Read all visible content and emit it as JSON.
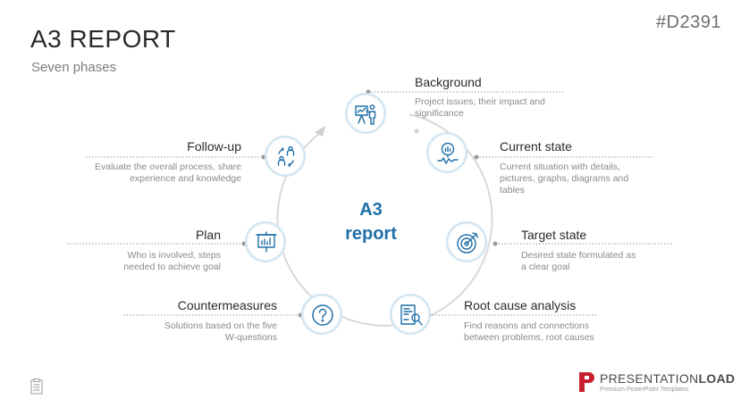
{
  "header": {
    "title": "A3 REPORT",
    "subtitle": "Seven phases",
    "code": "#D2391"
  },
  "center": {
    "line1": "A3",
    "line2": "report"
  },
  "phases": [
    {
      "id": "background",
      "title": "Background",
      "description": "Project issues, their impact and significance",
      "icon": "presentation-person-icon"
    },
    {
      "id": "current-state",
      "title": "Current state",
      "description": "Current situation with details, pictures, graphs, diagrams and tables",
      "icon": "magnifier-chart-icon"
    },
    {
      "id": "target-state",
      "title": "Target state",
      "description": "Desired state formulated as a clear goal",
      "icon": "target-arrow-icon"
    },
    {
      "id": "root-cause",
      "title": "Root cause analysis",
      "description": "Find reasons and connections between problems, root causes",
      "icon": "document-search-icon"
    },
    {
      "id": "countermeasures",
      "title": "Countermeasures",
      "description": "Solutions based on the five W-questions",
      "icon": "question-mark-icon"
    },
    {
      "id": "plan",
      "title": "Plan",
      "description": "Who is involved, steps needed to achieve goal",
      "icon": "flipchart-icon"
    },
    {
      "id": "follow-up",
      "title": "Follow-up",
      "description": "Evaluate the overall process, share experience and knowledge",
      "icon": "people-exchange-icon"
    }
  ],
  "logo": {
    "brand_regular": "PRESENTATION",
    "brand_bold": "LOAD",
    "tagline": "Premium PowerPoint Templates"
  },
  "colors": {
    "accent": "#1f6fa8",
    "ring": "#cfe4f1",
    "connector": "#aaaaaa",
    "logo_red": "#c8202f"
  }
}
